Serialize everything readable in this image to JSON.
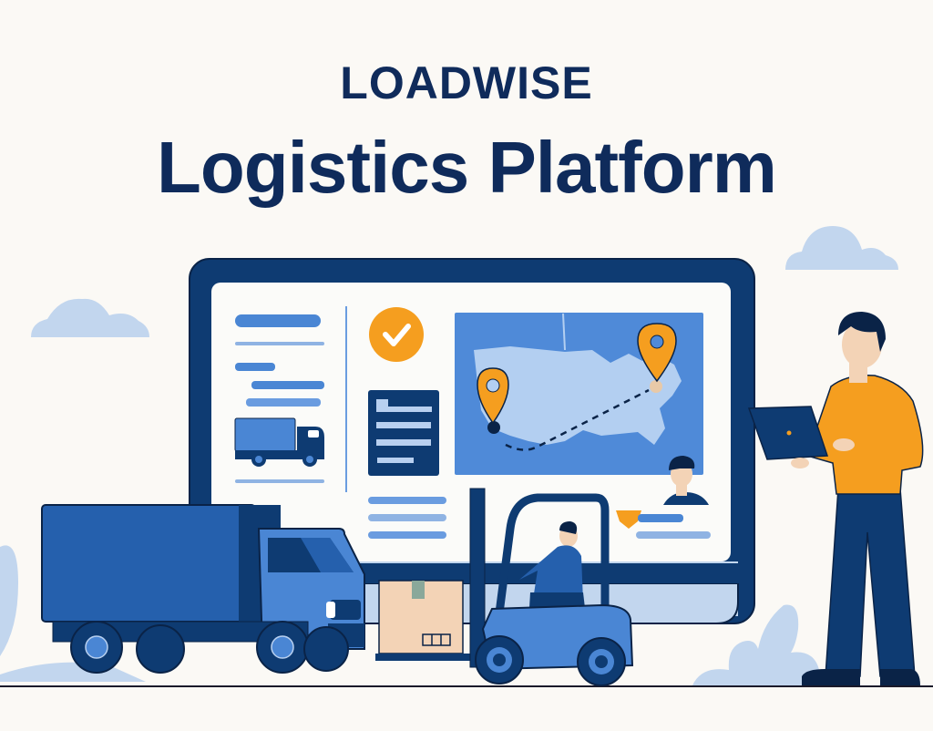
{
  "header": {
    "brand": "LOADWISE",
    "title": "Logistics Platform"
  },
  "colors": {
    "background": "#fbf9f5",
    "navy": "#0f2b5b",
    "monitor_frame": "#0e3b72",
    "primary_blue": "#4a86d4",
    "light_blue": "#c2d6ee",
    "accent_orange": "#f59e1f",
    "box_tan": "#f3d3b6"
  },
  "illustration": {
    "elements": [
      "cloud-left",
      "cloud-right",
      "monitor-dashboard",
      "checkmark-badge",
      "document-card",
      "us-route-map",
      "origin-pin",
      "destination-pin",
      "support-agent-avatar",
      "delivery-truck",
      "forklift-with-driver",
      "cardboard-box",
      "man-with-laptop"
    ]
  }
}
